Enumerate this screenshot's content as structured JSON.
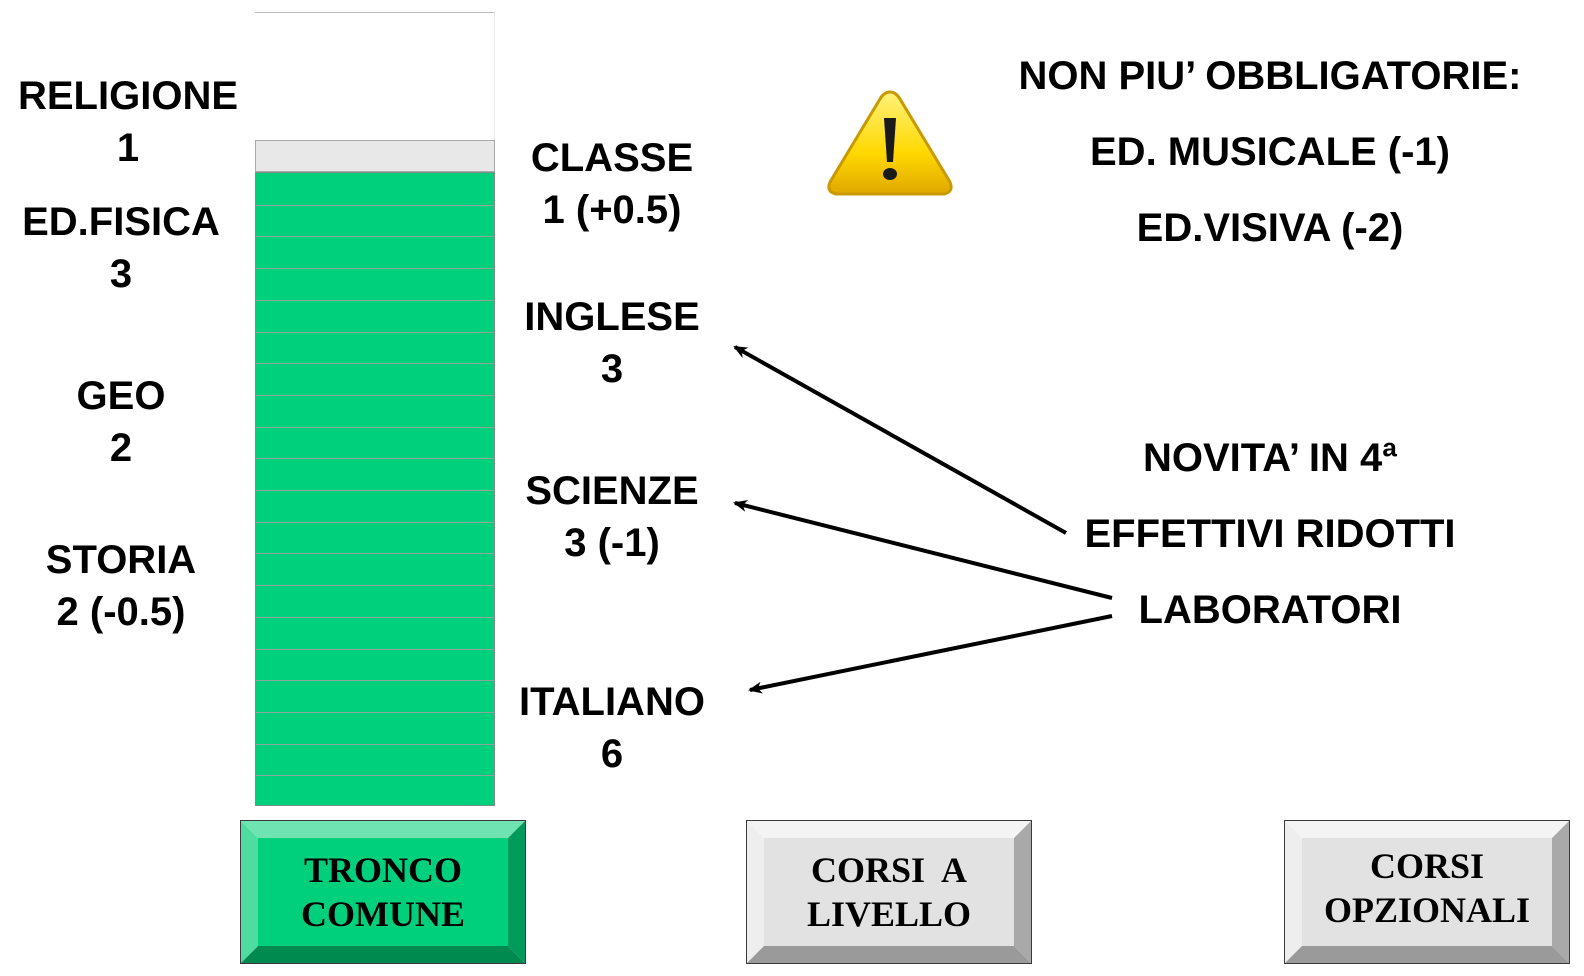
{
  "left_labels": [
    {
      "name": "RELIGIONE",
      "hours": "1"
    },
    {
      "name": "ED.FISICA",
      "hours": "3"
    },
    {
      "name": "GEO",
      "hours": "2"
    },
    {
      "name": "STORIA",
      "hours": "2 (-0.5)"
    }
  ],
  "right_labels": [
    {
      "name": "CLASSE",
      "hours": "1 (+0.5)"
    },
    {
      "name": "INGLESE",
      "hours": "3"
    },
    {
      "name": "SCIENZE",
      "hours": "3 (-1)"
    },
    {
      "name": "ITALIANO",
      "hours": "6"
    }
  ],
  "not_mandatory": {
    "title": "NON PIU’ OBBLIGATORIE:",
    "items": [
      "ED. MUSICALE (-1)",
      "ED.VISIVA (-2)"
    ]
  },
  "novelties": {
    "title": "NOVITA’ IN 4ª",
    "items": [
      "EFFETTIVI RIDOTTI",
      "LABORATORI"
    ]
  },
  "buttons": [
    {
      "lines": [
        "TRONCO",
        "COMUNE"
      ],
      "color": "#00d07b"
    },
    {
      "lines": [
        "CORSI  A",
        "LIVELLO"
      ],
      "color": "#e2e2e2"
    },
    {
      "lines": [
        "CORSI",
        "OPZIONALI"
      ],
      "color": "#e2e2e2"
    }
  ],
  "icons": {
    "warning": "warning-triangle-icon"
  },
  "colors": {
    "stack_green": "#00d07b",
    "button_gray": "#e2e2e2",
    "warning_yellow": "#ffd800"
  }
}
